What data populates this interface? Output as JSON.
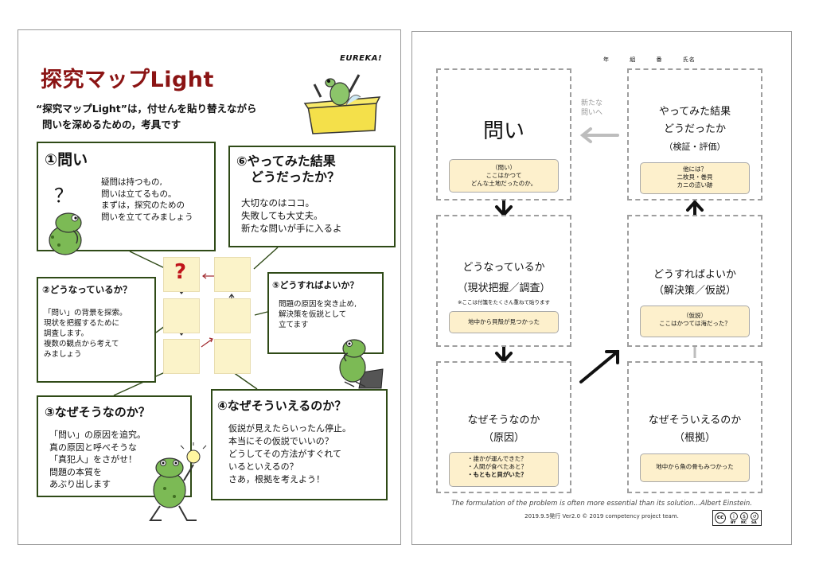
{
  "left_page": {
    "title": "探究マップLight",
    "subtitle_1": "“探究マップLight”は，付せんを貼り替えながら",
    "subtitle_2": "問いを深めるための，考具です",
    "eureka": "EUREKA!",
    "question_mark": "？",
    "sticky_mark": "?",
    "steps": {
      "s1": {
        "title": "①問い",
        "lines": [
          "疑問は持つもの,",
          "問いは立てるもの。",
          "まずは，探究のための",
          "問いを立ててみましょう"
        ]
      },
      "s6": {
        "title_1": "⑥やってみた結果",
        "title_2": "どうだったか？",
        "lines": [
          "大切なのはココ。",
          "失敗しても大丈夫。",
          "新たな問いが手に入るよ"
        ]
      },
      "s2": {
        "title": "②どうなっているか？",
        "lines": [
          "「問い」の背景を探索。",
          "現状を把握するために",
          "調査します。",
          "複数の観点から考えて",
          "みましょう"
        ]
      },
      "s5": {
        "title": "⑤どうすればよいか？",
        "lines": [
          "問題の原因を突き止め,",
          "解決策を仮説として",
          "立てます"
        ]
      },
      "s3": {
        "title": "③なぜそうなのか？",
        "lines": [
          "「問い」の原因を追究。",
          "真の原因と呼べそうな",
          "「真犯人」をさがせ！",
          "問題の本質を",
          "あぶり出します"
        ]
      },
      "s4": {
        "title": "④なぜそういえるのか？",
        "lines": [
          "仮説が見えたらいったん停止。",
          "本当にその仮説でいいの？",
          "どうしてその方法がすぐれて",
          "いるといえるの？",
          "さあ，根拠を考えよう！"
        ]
      }
    }
  },
  "right_page": {
    "name_fields": [
      "年",
      "組",
      "番",
      "氏名"
    ],
    "q_box": {
      "title": "問い",
      "note": [
        "（問い）",
        "ここはかつて",
        "どんな土地だったのか。"
      ]
    },
    "r6_box": {
      "title": [
        "やってみた結果",
        "どうだったか",
        "（検証・評価）"
      ],
      "note": [
        "他には？",
        "二枚貝・巻貝",
        "カニの這い跡"
      ]
    },
    "r2_box": {
      "title": [
        "どうなっているか",
        "（現状把握／調査）"
      ],
      "small": "※ここは付箋をたくさん重ねて貼ります",
      "note": [
        "地中から貝殻が見つかった"
      ]
    },
    "r5_box": {
      "title": [
        "どうすればよいか",
        "（解決策／仮説）"
      ],
      "note": [
        "（仮説）",
        "ここはかつては海だった？"
      ]
    },
    "r3_box": {
      "title": [
        "なぜそうなのか",
        "（原因）"
      ],
      "note": [
        "・誰かが運んできた？",
        "・人間が食べたあと？",
        "・もともと貝がいた？"
      ]
    },
    "r4_box": {
      "title": [
        "なぜそういえるのか",
        "（根拠）"
      ],
      "note": [
        "地中から魚の骨もみつかった"
      ]
    },
    "back_label": [
      "新たな",
      "問いへ"
    ],
    "footer_quote": "The formulation of the problem is often more essential than its solution…Albert Einstein.",
    "footer_version": "2019.9.5発行 Ver2.0 © 2019 competency project team.",
    "license": {
      "cc": "cc",
      "labels": [
        "BY",
        "NC",
        "SA"
      ]
    }
  },
  "colors": {
    "title_red": "#8b1414",
    "box_green": "#2f4a17",
    "sticky_yellow": "#fbf3c9",
    "note_yellow": "#fdf0cc",
    "arrow_red": "#a0282d"
  }
}
